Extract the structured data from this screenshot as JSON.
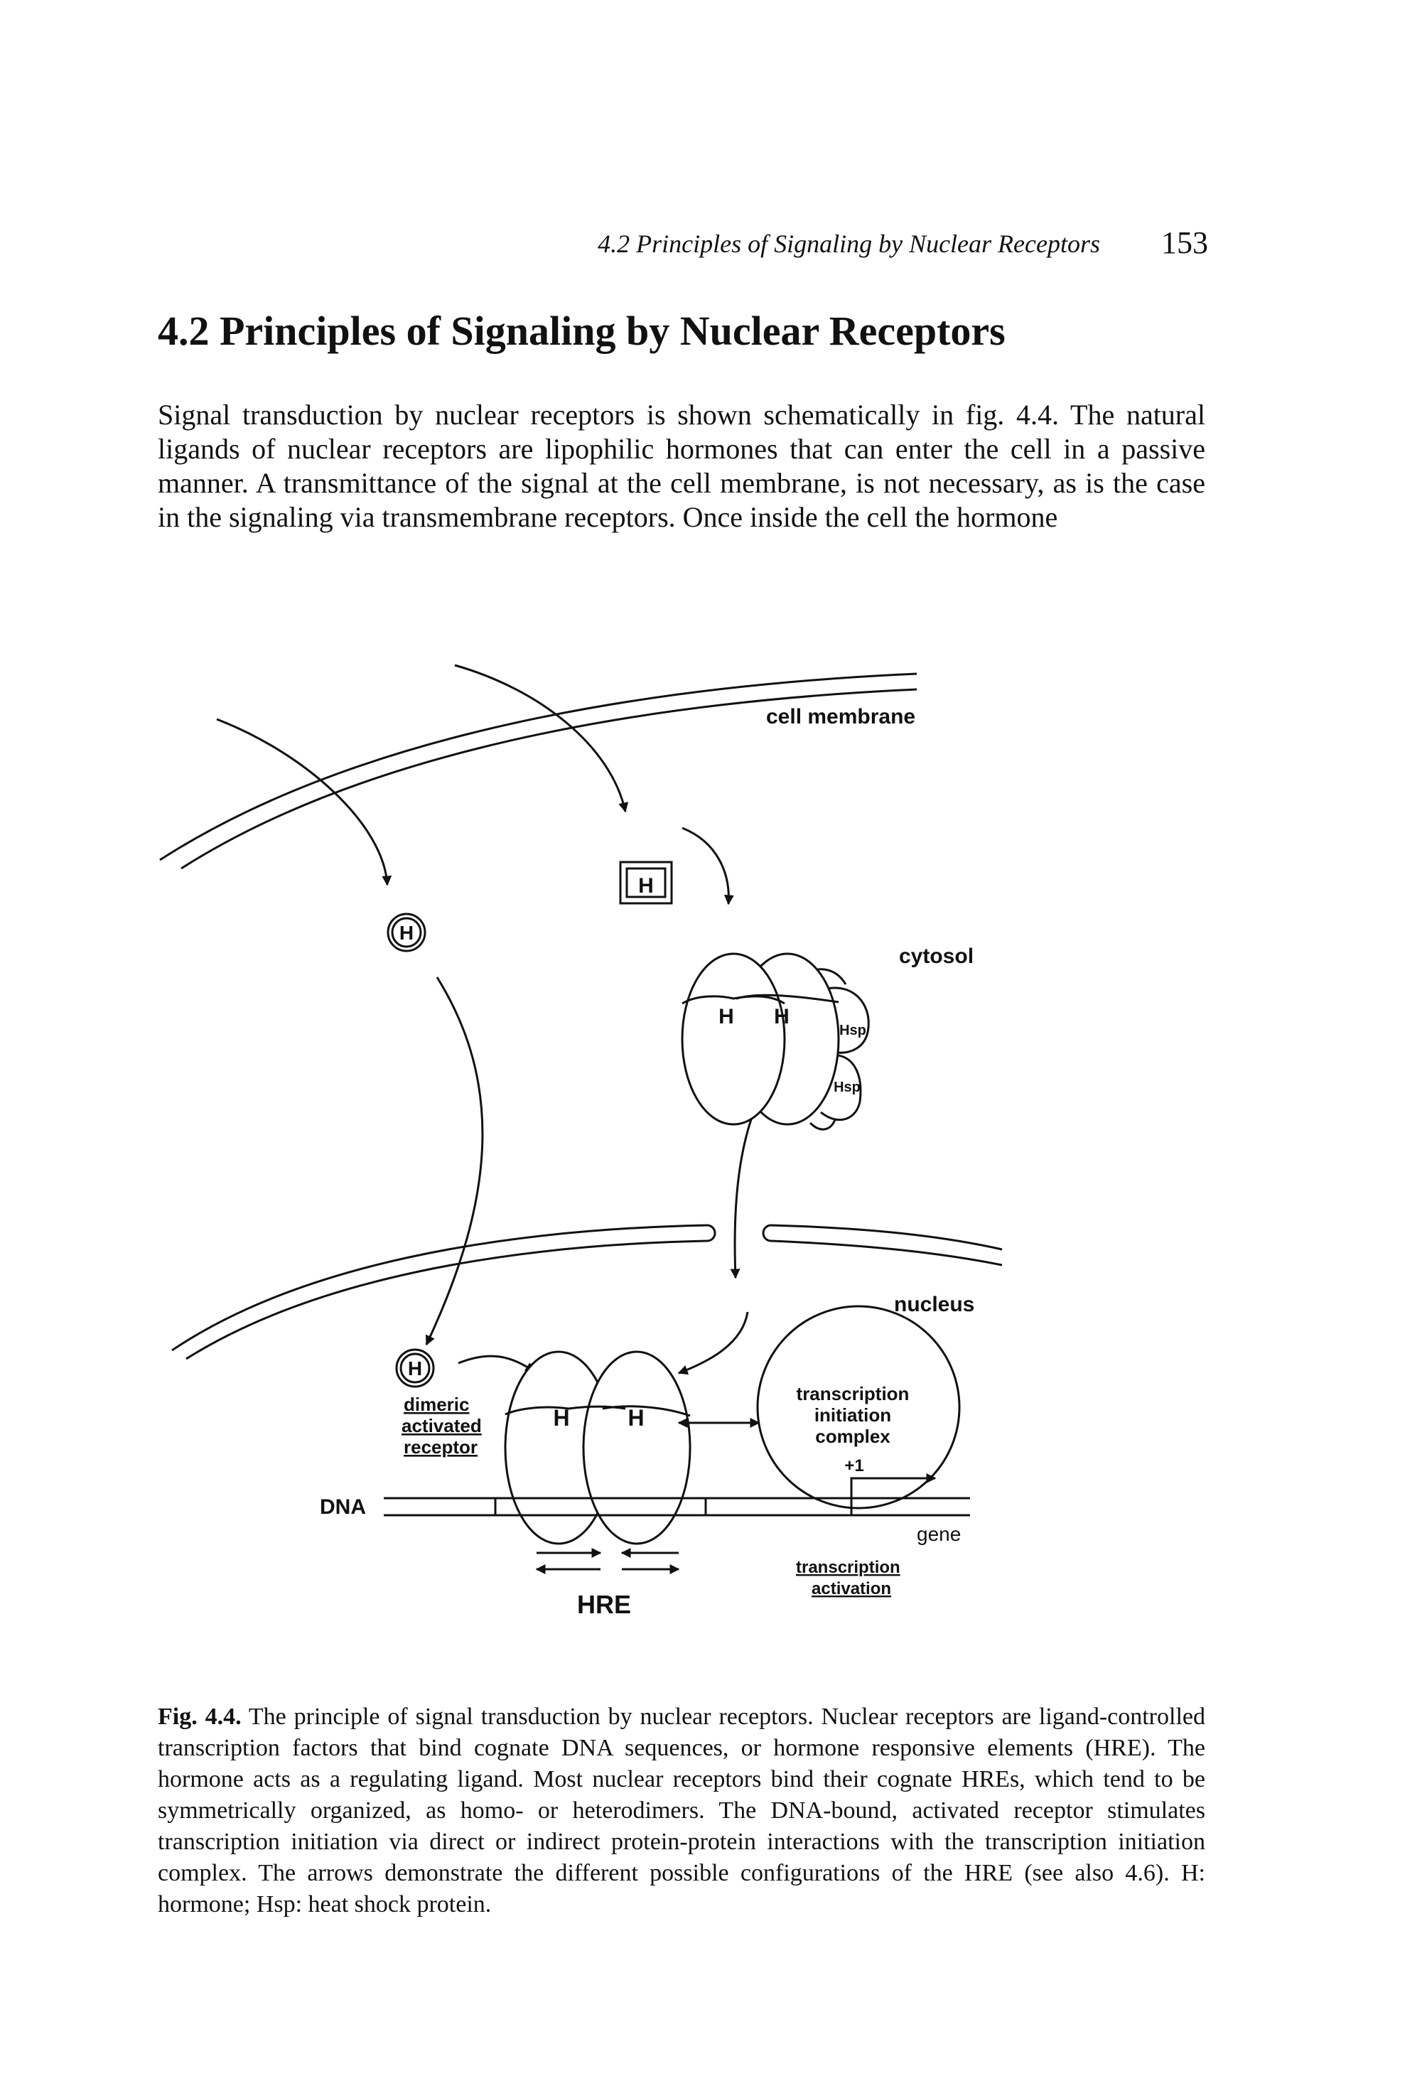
{
  "running_head": {
    "title": "4.2 Principles of Signaling by Nuclear Receptors",
    "page_number": "153"
  },
  "section": {
    "title": "4.2   Principles of Signaling by Nuclear Receptors"
  },
  "body_text": "Signal transduction by nuclear receptors is shown schematically in fig. 4.4. The natural ligands of nuclear receptors are lipophilic hormones that can enter the cell in a passive manner. A transmittance of the signal at the cell membrane, is not necessary, as is the case in the signaling via transmembrane receptors. Once inside the cell the hormone",
  "figure": {
    "labels": {
      "cell_membrane": "cell membrane",
      "cytosol": "cytosol",
      "nucleus": "nucleus",
      "hormone": "H",
      "hsp": "Hsp",
      "dimeric_line1": "dimeric",
      "dimeric_line2": "activated",
      "dimeric_line3": "receptor",
      "tic_line1": "transcription",
      "tic_line2": "initiation",
      "tic_line3": "complex",
      "plus_one": "+1",
      "dna": "DNA",
      "gene": "gene",
      "ta_line1": "transcription",
      "ta_line2": "activation",
      "hre": "HRE"
    }
  },
  "caption": {
    "label": "Fig. 4.4.",
    "text": "The principle of signal transduction by nuclear receptors. Nuclear receptors are ligand-controlled transcription factors that bind cognate DNA sequences, or hormone responsive elements (HRE). The hormone acts as a regulating ligand. Most nuclear receptors bind their cognate HREs, which tend to be symmetrically organized, as homo- or heterodimers. The DNA-bound, activated receptor stimulates transcription initiation via direct or indirect protein-protein interactions with the transcription initiation complex. The arrows demonstrate the different possible configurations of the HRE (see also 4.6). H: hormone; Hsp: heat shock protein."
  }
}
